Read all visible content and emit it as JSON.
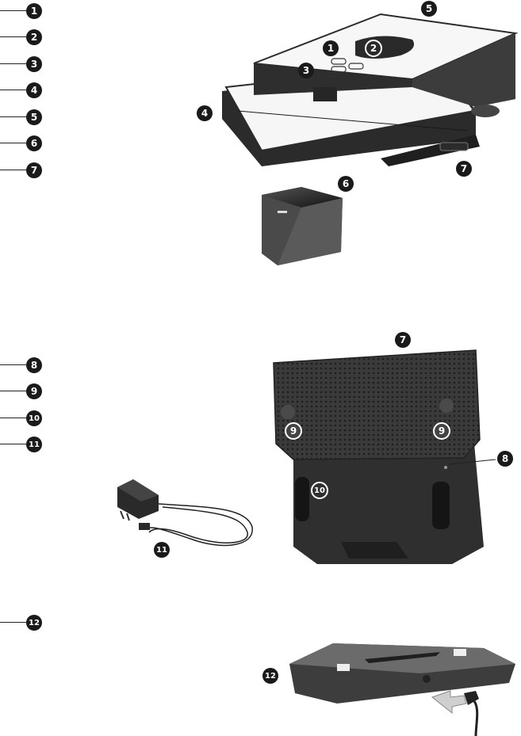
{
  "legend_top": [
    "1",
    "2",
    "3",
    "4",
    "5",
    "6",
    "7"
  ],
  "legend_mid": [
    "8",
    "9",
    "10",
    "11"
  ],
  "legend_bottom": [
    "12"
  ],
  "callouts": {
    "c1": "1",
    "c2": "2",
    "c3": "3",
    "c4": "4",
    "c5": "5",
    "c6": "6",
    "c7a": "7",
    "c7b": "7",
    "c8": "8",
    "c9a": "9",
    "c9b": "9",
    "c10": "10",
    "c11": "11",
    "c12": "12"
  },
  "colors": {
    "dark": "#2b2b2b",
    "body": "#3a3a3a",
    "top": "#f7f7f7",
    "badge": "#1a1a1a"
  }
}
